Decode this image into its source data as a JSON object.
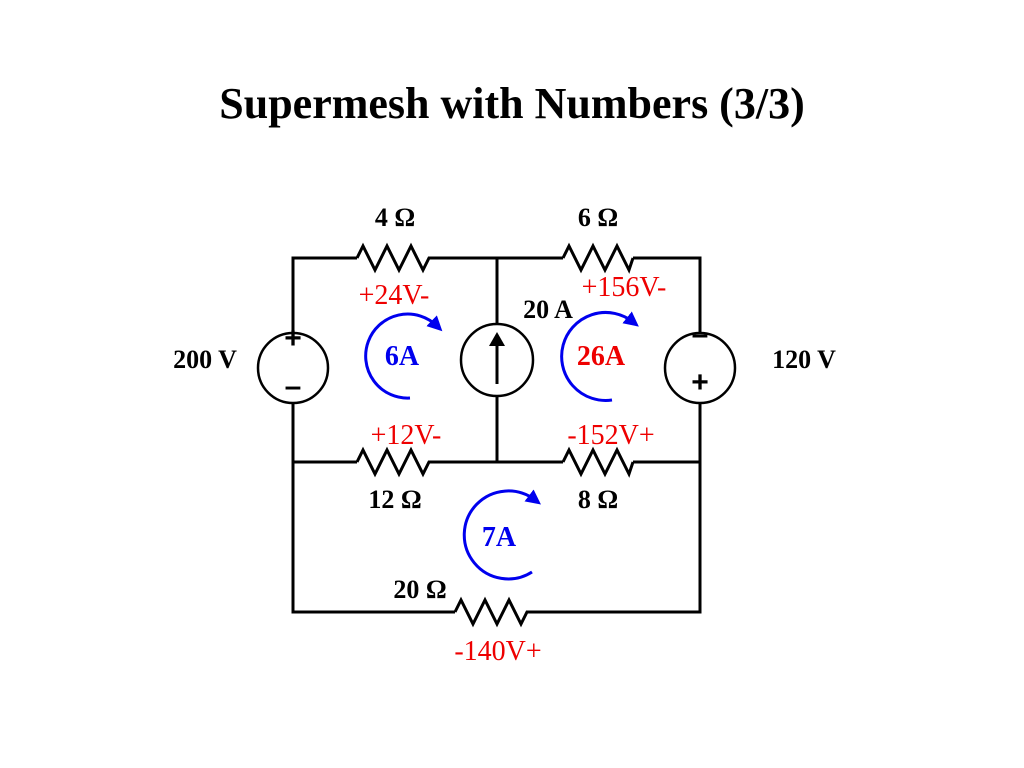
{
  "title": "Supermesh with Numbers (3/3)",
  "colors": {
    "wire": "#000000",
    "loop": "#0000ee",
    "drop": "#ee0000",
    "mesh_blue": "#0000ee",
    "mesh_red": "#ee0000"
  },
  "components": {
    "r_top_left": "4 Ω",
    "r_top_right": "6 Ω",
    "r_mid_left": "12 Ω",
    "r_mid_right": "8 Ω",
    "r_bottom": "20 Ω",
    "vs_left": "200 V",
    "vs_right": "120 V",
    "cs_center": "20 A"
  },
  "drops": {
    "top_left": "+24V-",
    "top_right": "+156V-",
    "mid_left": "+12V-",
    "mid_right": "-152V+",
    "bottom": "-140V+"
  },
  "mesh_currents": {
    "left": "6A",
    "right": "26A",
    "bottom": "7A"
  },
  "signs": {
    "vs_left_top": "+",
    "vs_left_bottom": "–",
    "vs_right_top": "–",
    "vs_right_bottom": "+"
  }
}
